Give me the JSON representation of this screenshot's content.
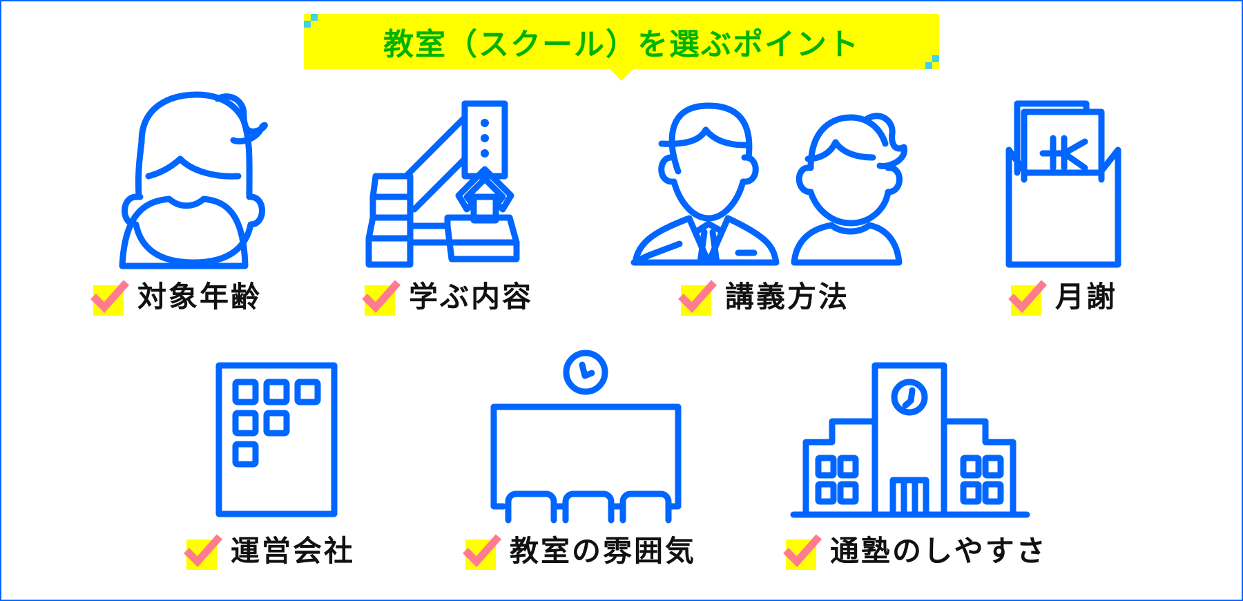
{
  "banner": {
    "title": "教室（スクール）を選ぶポイント",
    "background": "#ffff00",
    "text_color": "#00b300",
    "accent_pixel_color": "#40d0f0"
  },
  "colors": {
    "icon_stroke": "#0066ff",
    "frame": "#0066ff",
    "check_mark": "#ff7b8f",
    "check_box": "#ffff00",
    "label_text": "#111111"
  },
  "points": [
    {
      "label": "対象年齢",
      "icon": "girl-person-icon"
    },
    {
      "label": "学ぶ内容",
      "icon": "robot-arm-icon"
    },
    {
      "label": "講義方法",
      "icon": "teacher-student-icon"
    },
    {
      "label": "月謝",
      "icon": "yen-envelope-icon"
    },
    {
      "label": "運営会社",
      "icon": "office-building-icon"
    },
    {
      "label": "教室の雰囲気",
      "icon": "classroom-icon"
    },
    {
      "label": "通塾のしやすさ",
      "icon": "school-building-icon"
    }
  ]
}
